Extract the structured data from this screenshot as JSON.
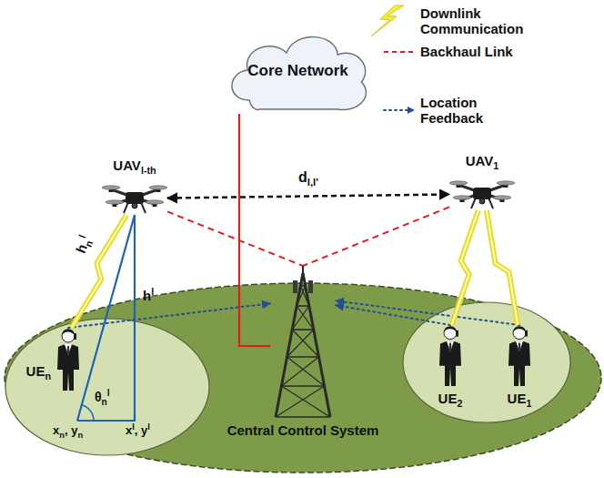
{
  "diagram": {
    "nodes": [
      {
        "text": [
          "Core Network"
        ]
      },
      {
        "text": [
          "UAVl-th"
        ]
      },
      {
        "text": [
          "UAV1"
        ]
      },
      {
        "text": [
          "Central Control System"
        ]
      },
      {
        "text": [
          "UEn"
        ]
      },
      {
        "text": [
          "UE2"
        ]
      },
      {
        "text": [
          "UE1"
        ]
      }
    ],
    "edges": [
      {
        "from": 0,
        "to": 3,
        "arrow": "none"
      },
      {
        "from": 1,
        "to": 3,
        "arrow": "none"
      },
      {
        "from": 2,
        "to": 3,
        "arrow": "none"
      },
      {
        "from": 4,
        "to": 3,
        "arrow": "to"
      },
      {
        "from": 5,
        "to": 3,
        "arrow": "to"
      },
      {
        "from": 6,
        "to": 3,
        "arrow": "to"
      },
      {
        "from": 1,
        "to": 4,
        "arrow": "none"
      },
      {
        "from": 2,
        "to": 5,
        "arrow": "none"
      },
      {
        "from": 2,
        "to": 6,
        "arrow": "none"
      },
      {
        "from": 1,
        "to": 2,
        "label": "dl,l'",
        "arrow": "both"
      }
    ],
    "labels": [
      "hnl",
      "hl",
      "θnl",
      "xn, yn",
      "xl, yl"
    ],
    "legend": [
      {
        "text": "Downlink Communication"
      },
      {
        "text": "Backhaul Link"
      },
      {
        "text": "Location Feedback"
      }
    ]
  }
}
